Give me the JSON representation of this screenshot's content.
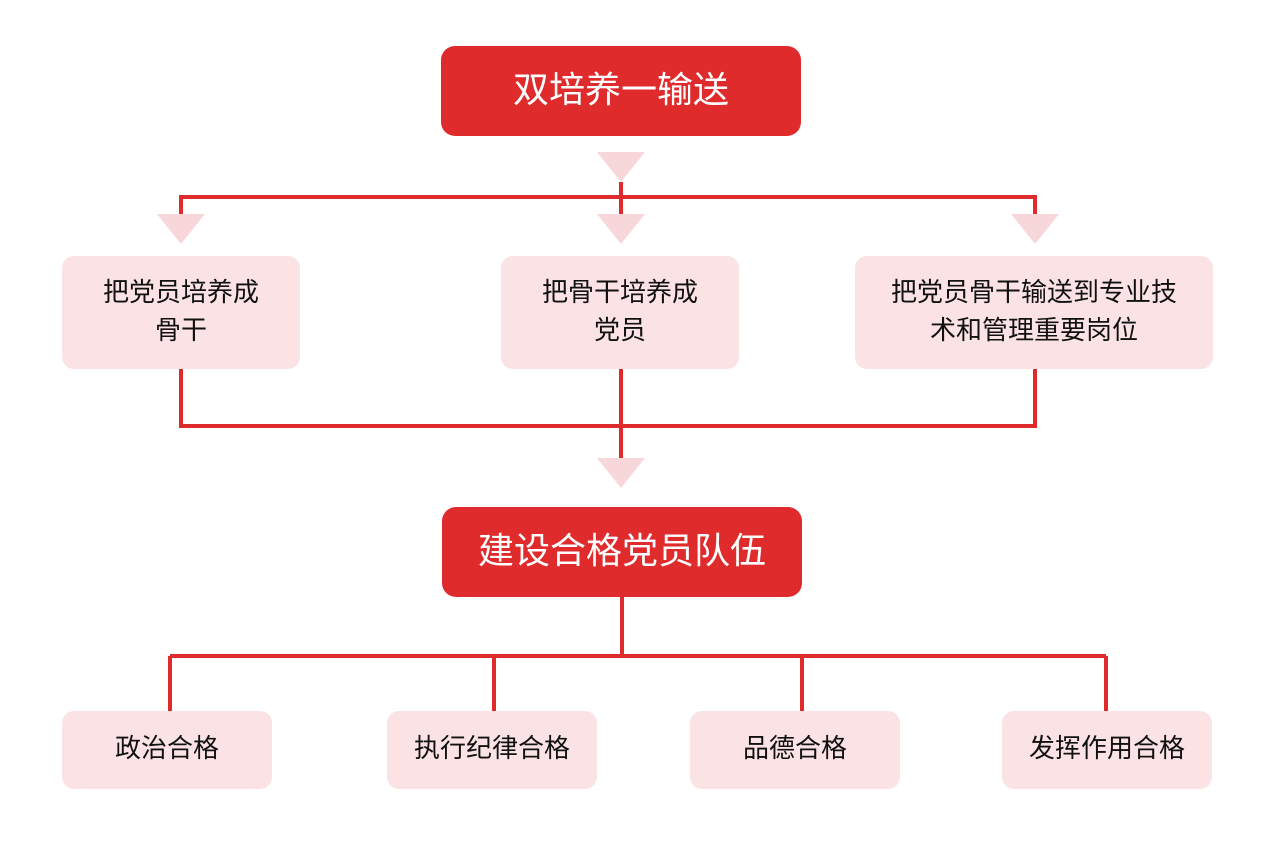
{
  "colors": {
    "accent": "#e02b2d",
    "box_fill": "#fbe3e5",
    "arrow_fill": "#f8d7da"
  },
  "top_node": {
    "label": "双培养一输送"
  },
  "training_nodes": [
    {
      "label": "把党员培养成\n骨干"
    },
    {
      "label": "把骨干培养成\n党员"
    },
    {
      "label": "把党员骨干输送到专业技\n术和管理重要岗位"
    }
  ],
  "middle_node": {
    "label": "建设合格党员队伍"
  },
  "standard_nodes": [
    {
      "label": "政治合格"
    },
    {
      "label": "执行纪律合格"
    },
    {
      "label": "品德合格"
    },
    {
      "label": "发挥作用合格"
    }
  ]
}
